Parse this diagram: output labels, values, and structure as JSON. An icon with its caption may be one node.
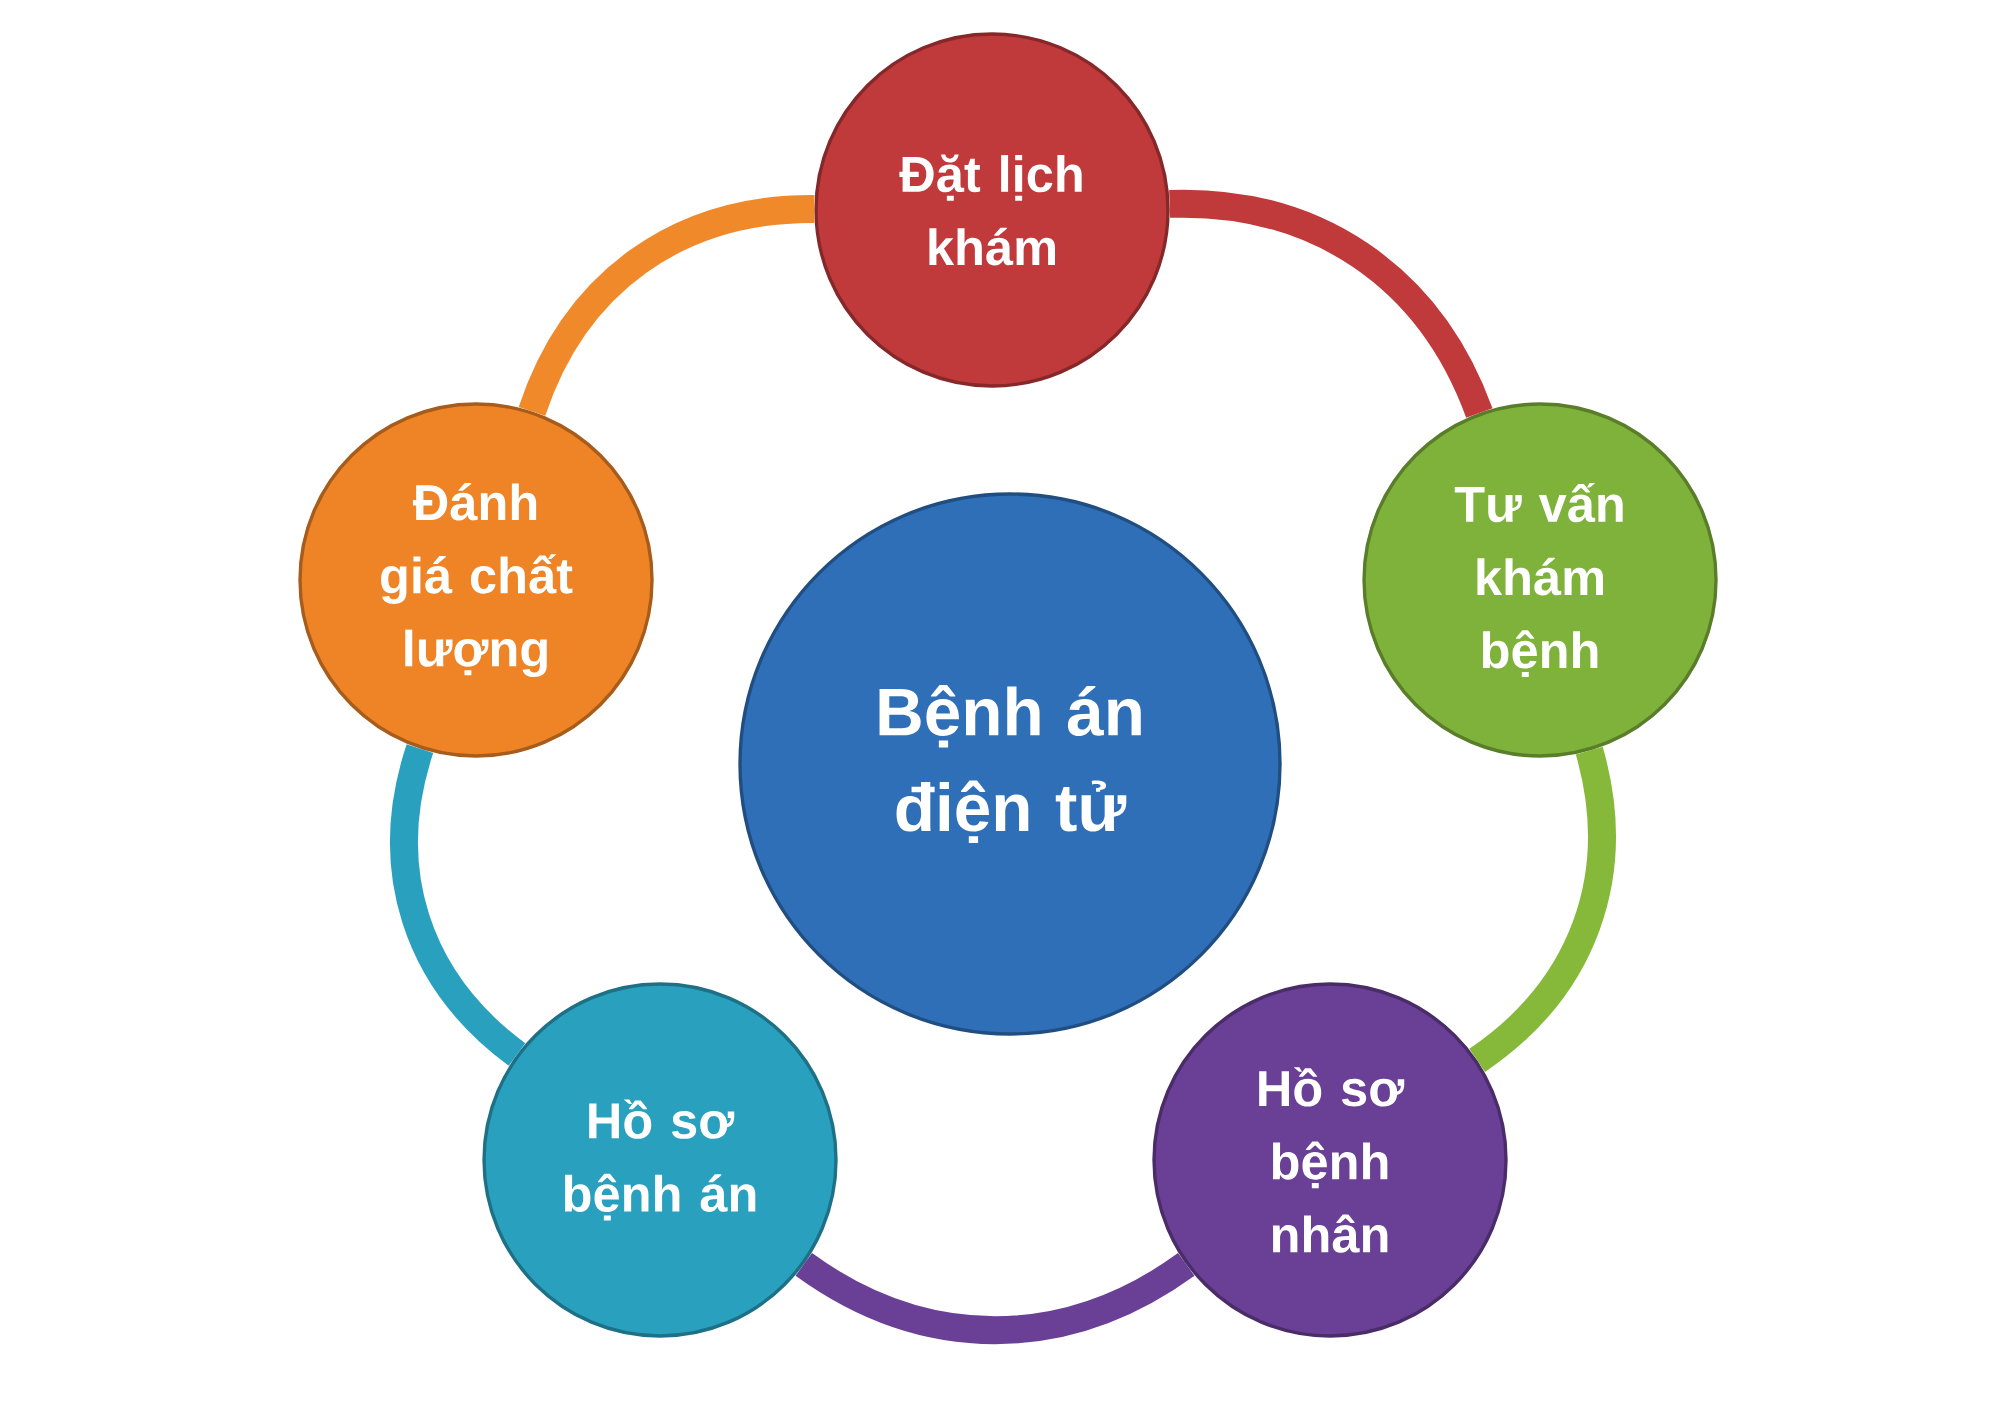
{
  "diagram": {
    "nodes": [
      {
        "text": [
          "Bệnh án điện tử"
        ]
      },
      {
        "text": [
          "Đặt lịch khám"
        ]
      },
      {
        "text": [
          "Tư vấn khám bệnh"
        ]
      },
      {
        "text": [
          "Hồ sơ bệnh nhân"
        ]
      },
      {
        "text": [
          "Hồ sơ bệnh án"
        ]
      },
      {
        "text": [
          "Đánh giá chất lượng"
        ]
      }
    ],
    "edges": [
      {
        "from": 1,
        "to": 2,
        "arrow": "none",
        "color": "#c0393b"
      },
      {
        "from": 2,
        "to": 3,
        "arrow": "none",
        "color": "#86b83a"
      },
      {
        "from": 3,
        "to": 4,
        "arrow": "none",
        "color": "#6a3f96"
      },
      {
        "from": 4,
        "to": 5,
        "arrow": "none",
        "color": "#2aa0bf"
      },
      {
        "from": 5,
        "to": 1,
        "arrow": "none",
        "color": "#f0892a"
      }
    ]
  }
}
